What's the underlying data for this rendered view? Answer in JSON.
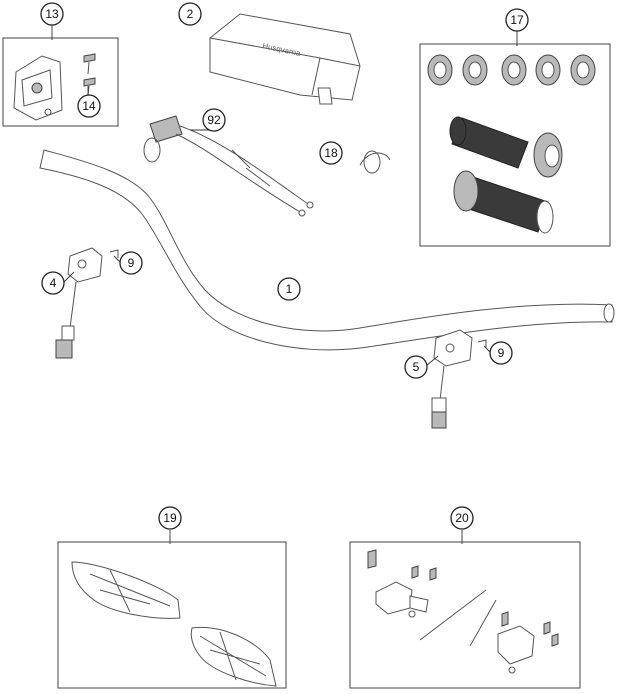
{
  "callouts": {
    "c1": "1",
    "c2": "2",
    "c4": "4",
    "c5": "5",
    "c9a": "9",
    "c9b": "9",
    "c13": "13",
    "c14": "14",
    "c17": "17",
    "c18": "18",
    "c19": "19",
    "c20": "20",
    "c92": "92"
  },
  "pad_brand_text": "Husqvarna",
  "colors": {
    "outline": "#555555",
    "grip": "#3a3a3a",
    "background": "#ffffff"
  }
}
